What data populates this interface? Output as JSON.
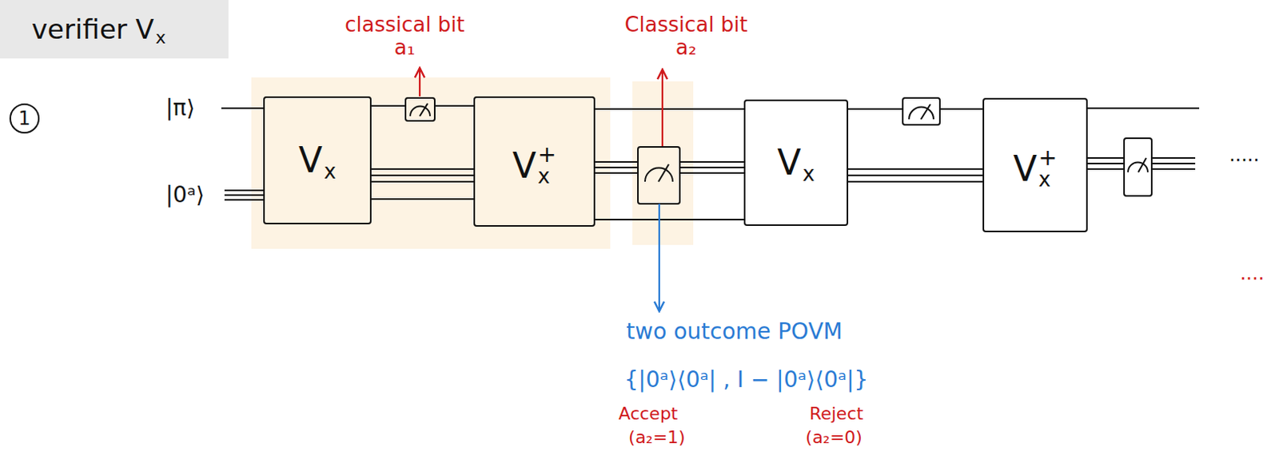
{
  "diagram": {
    "nodes": [
      {
        "text": [
          "verifier V",
          "x"
        ]
      },
      {
        "text": [
          "V",
          "x"
        ]
      },
      {
        "text": [
          "V",
          "x",
          "+"
        ]
      },
      {
        "text": [
          "V",
          "x"
        ]
      },
      {
        "text": [
          "V",
          "x",
          "+"
        ]
      }
    ],
    "edges": [
      {
        "from": 1,
        "to": 2,
        "arrow": "none"
      },
      {
        "from": 2,
        "to": 3,
        "arrow": "none"
      },
      {
        "from": 3,
        "to": 4,
        "arrow": "none"
      }
    ],
    "labels": [
      "1",
      "classical bit a₁",
      "Classical bit a₂",
      "|π⟩",
      "|0ᵃ⟩",
      "two outcome POVM",
      "{|0ᵃ⟩⟨0ᵃ| , I − |0ᵃ⟩⟨0ᵃ|}",
      "Accept",
      "(a₂=1)",
      "Reject",
      "(a₂=0)",
      ".....",
      "...."
    ]
  }
}
